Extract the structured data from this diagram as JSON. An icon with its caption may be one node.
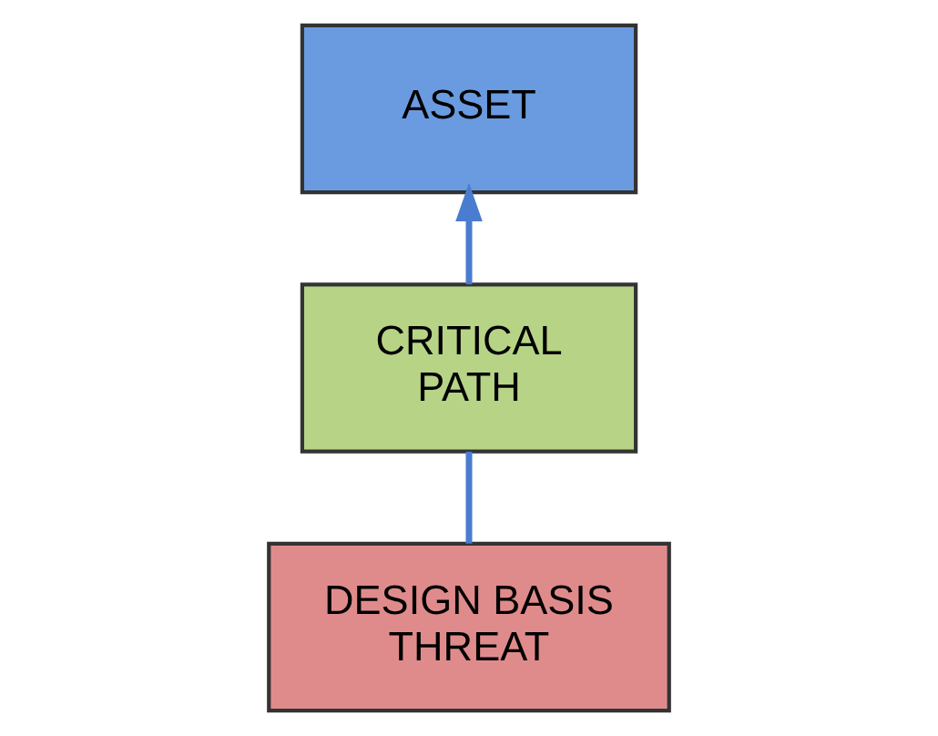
{
  "diagram": {
    "nodes": [
      {
        "text": [
          "ASSET"
        ]
      },
      {
        "text": [
          "CRITICAL PATH"
        ]
      },
      {
        "text": [
          "DESIGN BASIS THREAT"
        ]
      }
    ],
    "edges": [
      {
        "from": 2,
        "to": 1,
        "arrow": "none"
      },
      {
        "from": 1,
        "to": 0,
        "arrow": "to"
      }
    ]
  }
}
